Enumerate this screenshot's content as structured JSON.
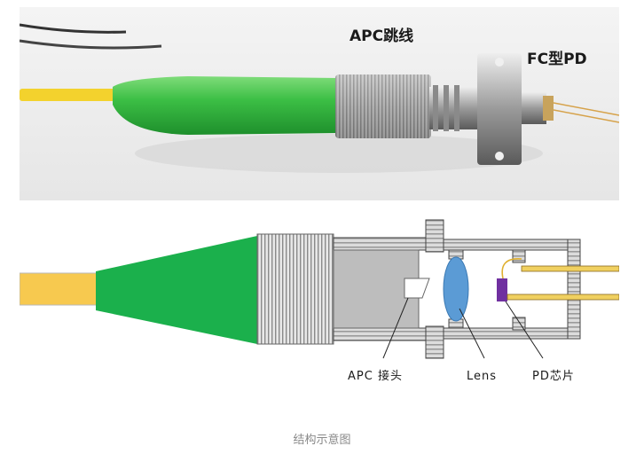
{
  "photo": {
    "label_jumper": "APC跳线",
    "label_pd": "FC型PD"
  },
  "diagram": {
    "label_apc_connector": "APC 接头",
    "label_lens": "Lens",
    "label_pd_chip": "PD芯片"
  },
  "caption": "结构示意图",
  "colors": {
    "fiber_yellow": "#f7c94f",
    "boot_green": "#1bb04c",
    "metal_gray": "#c9c9c9"
  }
}
